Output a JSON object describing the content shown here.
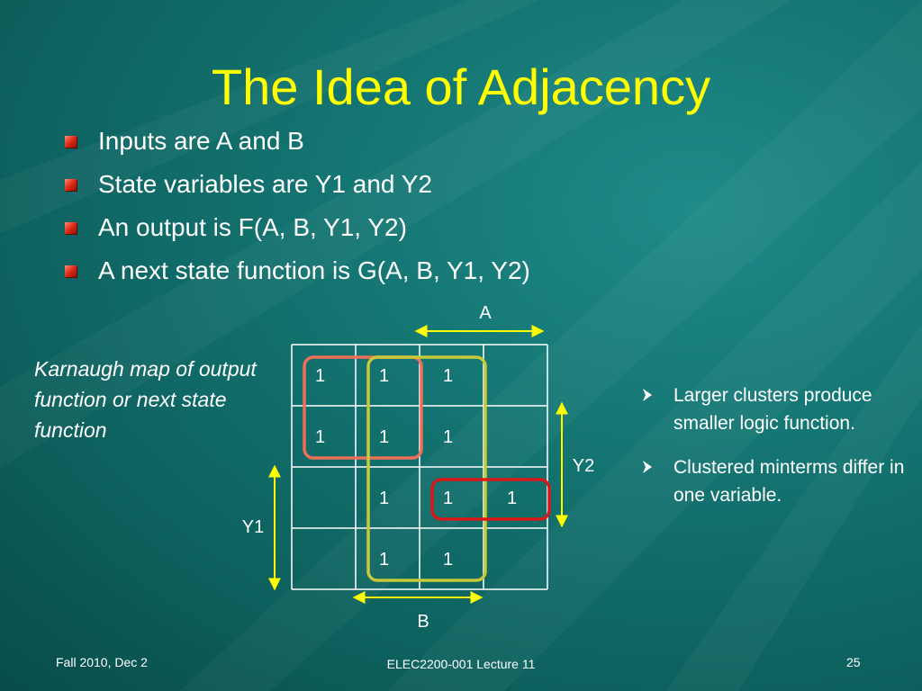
{
  "slide": {
    "title": "The Idea of Adjacency",
    "bullets": [
      "Inputs are A and B",
      "State variables are Y1 and Y2",
      "An output is F(A, B, Y1, Y2)",
      "A next state function is G(A, B, Y1, Y2)"
    ],
    "caption": "Karnaugh map of output function or next state function",
    "notes": [
      "Larger clusters produce smaller logic function.",
      "Clustered minterms differ in one variable."
    ],
    "footer": {
      "left": "Fall 2010, Dec 2",
      "center": "ELEC2200-001 Lecture 11",
      "right": "25"
    }
  },
  "kmap": {
    "labels": {
      "top": "A",
      "bottom": "B",
      "right": "Y2",
      "left": "Y1"
    },
    "cells": [
      [
        "1",
        "1",
        "1",
        ""
      ],
      [
        "1",
        "1",
        "1",
        ""
      ],
      [
        "",
        "1",
        "1",
        "1"
      ],
      [
        "",
        "1",
        "1",
        ""
      ]
    ],
    "groups": [
      {
        "name": "salmon-group",
        "color": "#ee7058",
        "rows": [
          0,
          1
        ],
        "cols": [
          0,
          1
        ]
      },
      {
        "name": "yellow-group",
        "color": "#c7c93a",
        "rows": [
          0,
          3
        ],
        "cols": [
          1,
          2
        ]
      },
      {
        "name": "red-group",
        "color": "#d81818",
        "rows": [
          2,
          2
        ],
        "cols": [
          2,
          3
        ]
      }
    ],
    "colors": {
      "grid": "#ffffff",
      "arrows": "#ffff00",
      "title": "#ffff00",
      "bullet": "#e02a16"
    }
  }
}
